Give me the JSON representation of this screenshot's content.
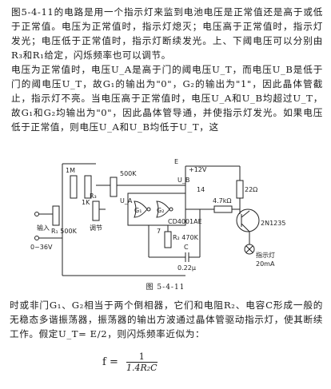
{
  "paragraph_1": "图5-4-11的电路是用一个指示灯来监到电池电压是正常值还是高于或低于正常值。电压为正常值时，指示灯熄灭；电压高于正常值时，指示灯发光；电压低于正常值时，指示灯断续发光。上、下阈电压可以分别由R₃和R₁给定，闪烁频率也可以调节。",
  "paragraph_2": "电压为正常值时，电压U_A是高于门的阈电压U_T，而电压U_B是低于门的阈电压U_T，故G₁的输出为\"0\"，G₂的输出为\"1\"，因此晶体管截止，指示灯不亮。当电压高于正常值时，电压U_A和U_B均超过U_T，故G₁和G₂均输出为\"0\"，因此晶体管导通，并使指示灯发光。如果电压低于正常值，则电压U_A和U_B均低于U_T，这",
  "paragraph_3": "时或非门G₁、G₂相当于两个倒相器，它们和电阻R₂、电容C形成一般的无稳态多谐振荡器，振荡器的输出方波通过晶体管驱动指示灯，使其断续工作。假定U_T= E/2，则闪烁频率近似为：",
  "caption": "图 5-4-11",
  "formula": {
    "lhs": "f =",
    "numerator": "1",
    "denominator": "1.4R₂C"
  },
  "circuit": {
    "supply": "+12V",
    "e": "E",
    "r_1m": "1M",
    "r_500k": "500K",
    "r_1k": "1K",
    "input": "输入",
    "range": "0~36V",
    "r3": "R₃",
    "adjust": "调节",
    "r1_500k": "R₁ 500K",
    "r_22": "22Ω",
    "r_47": "4.7kΩ",
    "transistor": "2N1235",
    "ic": "CD4001AE",
    "g1": "G₁",
    "g2": "G₂",
    "ub": "U_B",
    "ua": "U_A",
    "r2": "R₂ 470K",
    "cap": "C",
    "cap_value": "0.22μ",
    "pin14": "14",
    "pin7": "7",
    "lamp": "指示灯",
    "lamp_current": "20mA"
  }
}
